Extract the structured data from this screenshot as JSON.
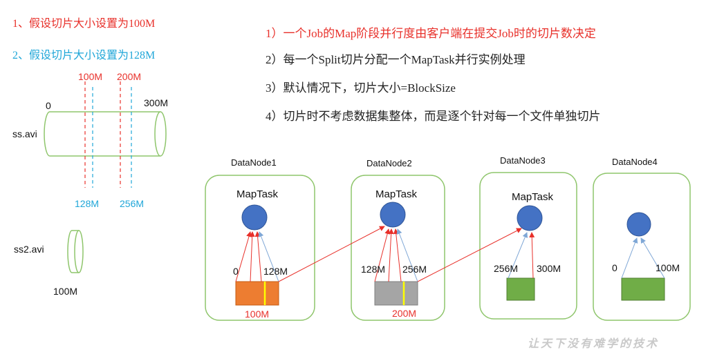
{
  "captions": {
    "case1": "1、假设切片大小设置为100M",
    "case2": "2、假设切片大小设置为128M"
  },
  "notes": [
    "1）一个Job的Map阶段并行度由客户端在提交Job时的切片数决定",
    "2）每一个Split切片分配一个MapTask并行实例处理",
    "3）默认情况下，切片大小=BlockSize",
    "4）切片时不考虑数据集整体，而是逐个针对每一个文件单独切片"
  ],
  "file1": {
    "name": "ss.avi",
    "start": "0",
    "end": "300M",
    "split_100_marks": [
      "100M",
      "200M"
    ],
    "split_128_marks": [
      "128M",
      "256M"
    ]
  },
  "file2": {
    "name": "ss2.avi",
    "size": "100M"
  },
  "nodes": [
    {
      "name": "DataNode1",
      "task": "MapTask",
      "range_start": "0",
      "range_end": "128M",
      "split_mark": "100M",
      "block_color": "#ed7d31"
    },
    {
      "name": "DataNode2",
      "task": "MapTask",
      "range_start": "128M",
      "range_end": "256M",
      "split_mark": "200M",
      "block_color": "#a5a5a5"
    },
    {
      "name": "DataNode3",
      "task": "MapTask",
      "range_start": "256M",
      "range_end": "300M",
      "block_color": "#70ad47"
    },
    {
      "name": "DataNode4",
      "task": "",
      "range_start": "0",
      "range_end": "100M",
      "block_color": "#70ad47"
    }
  ],
  "colors": {
    "red": "#e8302a",
    "blue": "#1fa6d8",
    "green_border": "#8ec56b",
    "maptask_circle": "#4472c4",
    "highlight": "#ffff00"
  },
  "watermark": "让天下没有难学的技术"
}
